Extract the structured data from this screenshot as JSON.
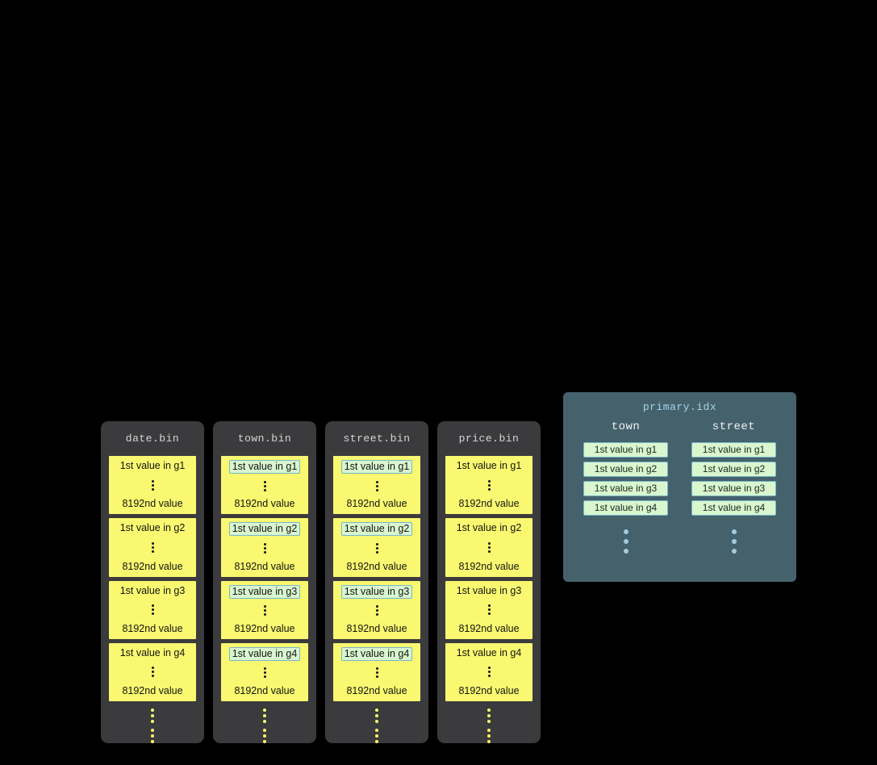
{
  "bin_columns": [
    {
      "title": "date.bin",
      "marked": false,
      "granules": [
        {
          "first": "1st value in g1",
          "last": "8192nd value"
        },
        {
          "first": "1st value in g2",
          "last": "8192nd value"
        },
        {
          "first": "1st value in g3",
          "last": "8192nd value"
        },
        {
          "first": "1st value in g4",
          "last": "8192nd value"
        }
      ]
    },
    {
      "title": "town.bin",
      "marked": true,
      "granules": [
        {
          "first": "1st value in g1",
          "last": "8192nd value"
        },
        {
          "first": "1st value in g2",
          "last": "8192nd value"
        },
        {
          "first": "1st value in g3",
          "last": "8192nd value"
        },
        {
          "first": "1st value in g4",
          "last": "8192nd value"
        }
      ]
    },
    {
      "title": "street.bin",
      "marked": true,
      "granules": [
        {
          "first": "1st value in g1",
          "last": "8192nd value"
        },
        {
          "first": "1st value in g2",
          "last": "8192nd value"
        },
        {
          "first": "1st value in g3",
          "last": "8192nd value"
        },
        {
          "first": "1st value in g4",
          "last": "8192nd value"
        }
      ]
    },
    {
      "title": "price.bin",
      "marked": false,
      "granules": [
        {
          "first": "1st value in g1",
          "last": "8192nd value"
        },
        {
          "first": "1st value in g2",
          "last": "8192nd value"
        },
        {
          "first": "1st value in g3",
          "last": "8192nd value"
        },
        {
          "first": "1st value in g4",
          "last": "8192nd value"
        }
      ]
    }
  ],
  "index_panel": {
    "title": "primary.idx",
    "columns": [
      {
        "header": "town",
        "marks": [
          "1st value in g1",
          "1st value in g2",
          "1st value in g3",
          "1st value in g4"
        ]
      },
      {
        "header": "street",
        "marks": [
          "1st value in g1",
          "1st value in g2",
          "1st value in g3",
          "1st value in g4"
        ]
      }
    ]
  },
  "colors": {
    "background": "#000000",
    "bin_card": "#3b3b3d",
    "bin_title": "#d6d6d6",
    "granule_fill": "#f9f870",
    "granule_text": "#141414",
    "mark_fill": "#d9f6cf",
    "mark_border": "#74b7c9",
    "panel_fill": "#45616c",
    "panel_title": "#a6d3e8",
    "panel_header": "#eef2f4",
    "panel_dots": "#a3cbdf"
  }
}
